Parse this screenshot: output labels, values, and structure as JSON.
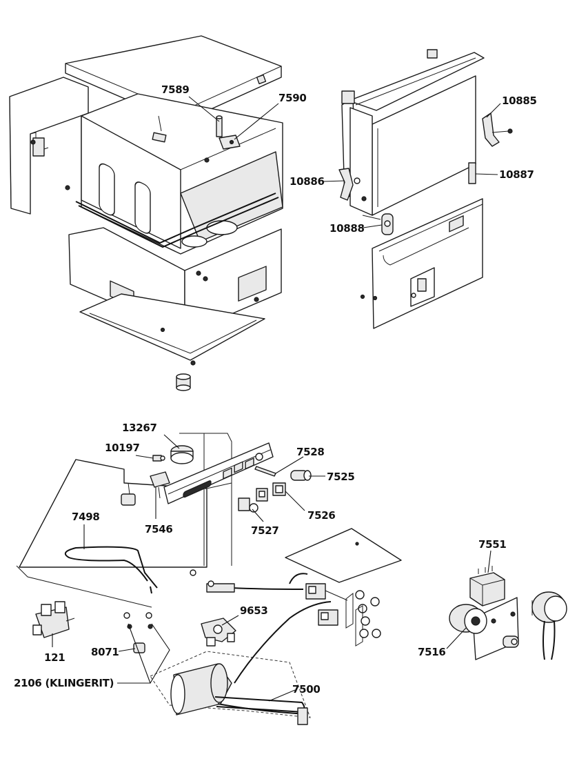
{
  "diagram": {
    "callouts": {
      "7589": "7589",
      "7590": "7590",
      "10885": "10885",
      "10886": "10886",
      "10887": "10887",
      "10888": "10888",
      "13267": "13267",
      "10197": "10197",
      "7528": "7528",
      "7525": "7525",
      "7546": "7546",
      "7526": "7526",
      "7527": "7527",
      "7498": "7498",
      "7551": "7551",
      "9653": "9653",
      "121": "121",
      "8071": "8071",
      "2106": "2106 (KLINGERIT)",
      "7500": "7500",
      "7516": "7516"
    }
  }
}
